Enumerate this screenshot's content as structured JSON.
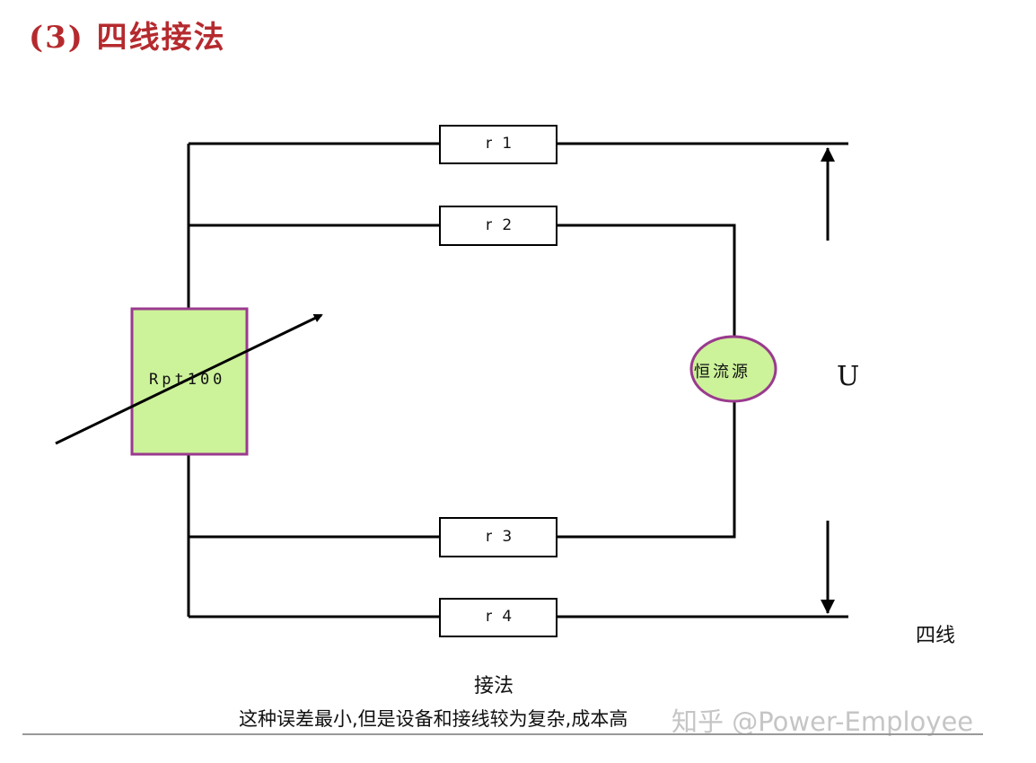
{
  "title": "(3) 四线接法",
  "diagram": {
    "resistors": [
      "r 1",
      "r 2",
      "r 3",
      "r 4"
    ],
    "sensor_label": "Rpt100",
    "source_label": "恒流源",
    "voltage_label": "U",
    "side_label": "四线",
    "caption_title": "接法",
    "caption": "这种误差最小,但是设备和接线较为复杂,成本高",
    "watermark": "知乎 @Power-Employee"
  },
  "colors": {
    "title": "#b52a2e",
    "fill": "#ccf29a",
    "stroke": "#9a3a8e"
  }
}
